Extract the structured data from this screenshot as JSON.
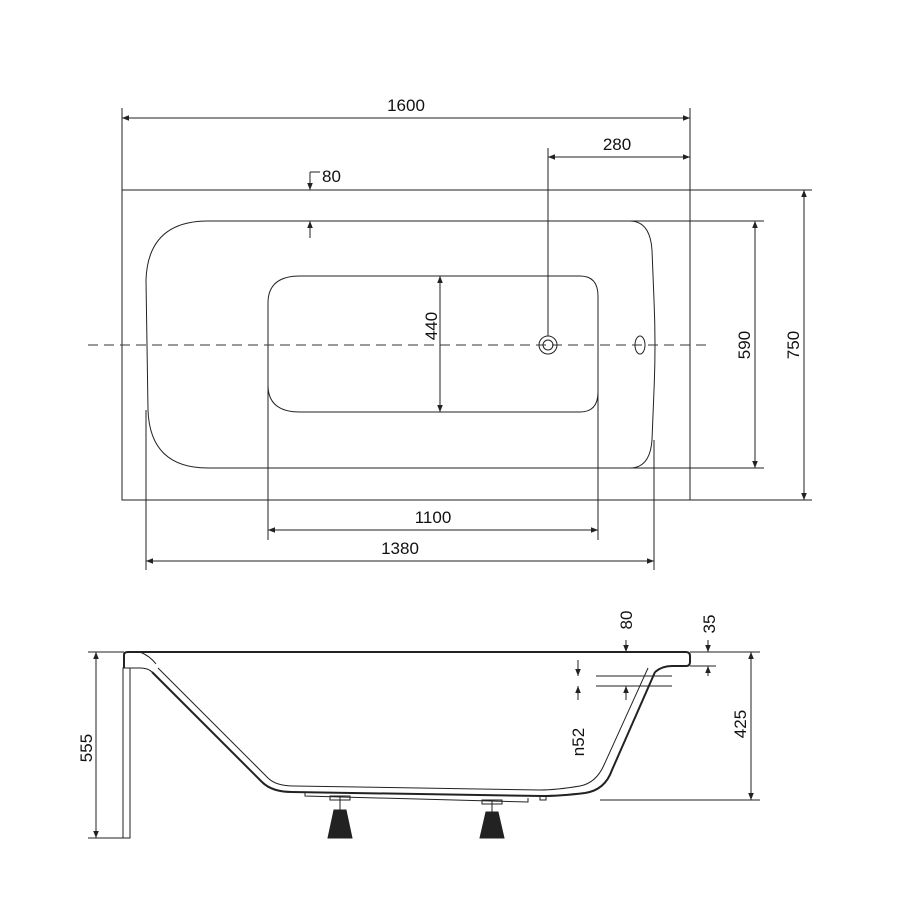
{
  "plan_view": {
    "dimensions": {
      "overall_length": "1600",
      "drain_offset": "280",
      "rim_width": "80",
      "bottom_width": "440",
      "inner_width": "590",
      "overall_width": "750",
      "bottom_length": "1100",
      "inner_length": "1380"
    }
  },
  "section_view": {
    "dimensions": {
      "rim_offset": "80",
      "rim_thickness": "35",
      "panel_height": "555",
      "depth": "425",
      "overflow_height": "n52"
    }
  }
}
